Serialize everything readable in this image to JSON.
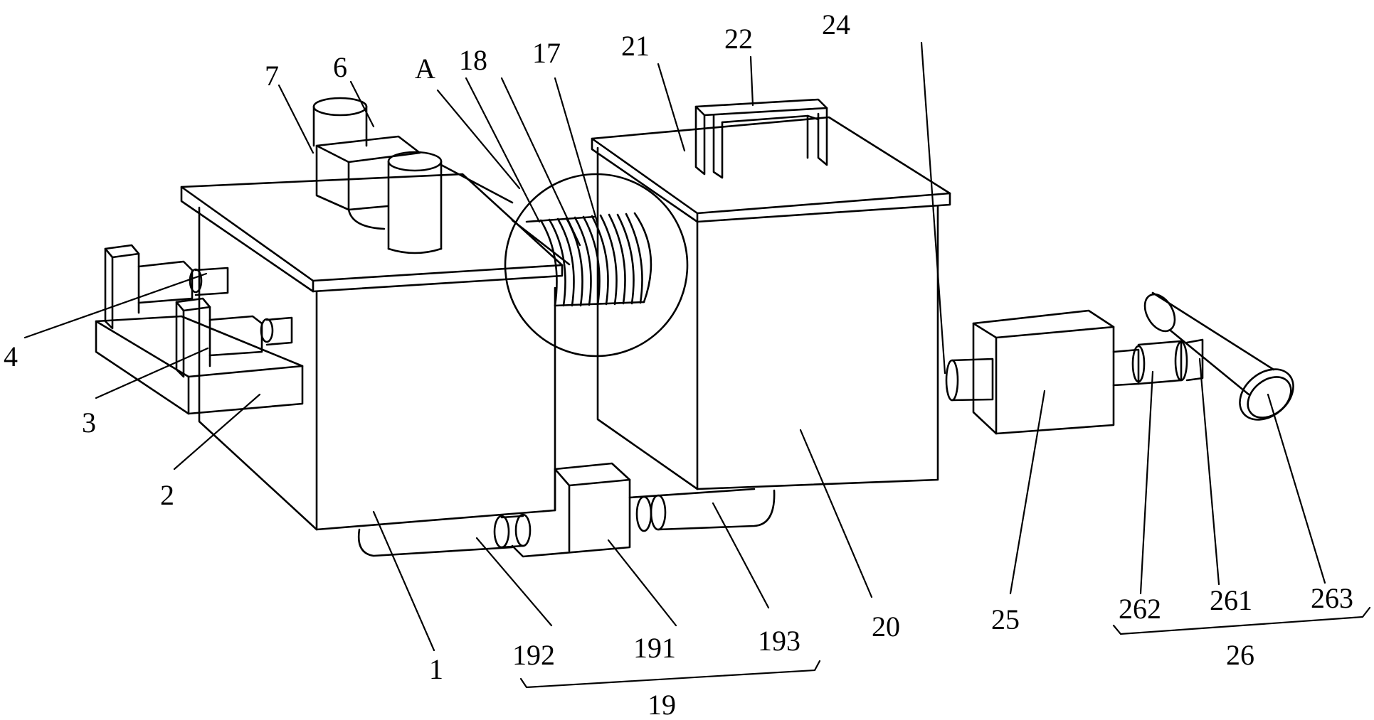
{
  "labels": {
    "l1": "1",
    "l2": "2",
    "l3": "3",
    "l4": "4",
    "l6": "6",
    "l7": "7",
    "lA": "A",
    "l17": "17",
    "l18": "18",
    "l19": "19",
    "l20": "20",
    "l21": "21",
    "l22": "22",
    "l24": "24",
    "l25": "25",
    "l26": "26",
    "l191": "191",
    "l192": "192",
    "l193": "193",
    "l261": "261",
    "l262": "262",
    "l263": "263"
  }
}
